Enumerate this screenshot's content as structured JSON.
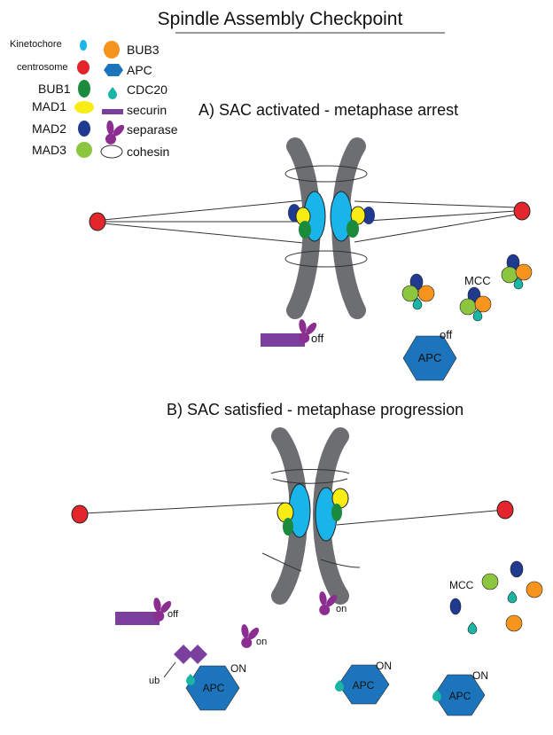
{
  "title": "Spindle Assembly Checkpoint",
  "colors": {
    "kinetochore": "#19b4ea",
    "centrosome": "#e3262b",
    "bub1": "#1a8a3c",
    "mad1": "#f7ec14",
    "mad2": "#1f3a8f",
    "mad3": "#8cc63f",
    "bub3": "#f7941d",
    "apc": "#1c75bc",
    "cdc20": "#1ab5a4",
    "securin": "#7b3f9e",
    "separase": "#8b2e8f",
    "chromatid": "#6d6e71",
    "cohesin": "#333333"
  },
  "legend": {
    "kinetochore": "Kinetochore",
    "centrosome": "centrosome",
    "bub1": "BUB1",
    "mad1": "MAD1",
    "mad2": "MAD2",
    "mad3": "MAD3",
    "bub3": "BUB3",
    "apc": "APC",
    "cdc20": "CDC20",
    "securin": "securin",
    "separase": "separase",
    "cohesin": "cohesin"
  },
  "panel_a": {
    "heading": "A)   SAC activated - metaphase arrest",
    "mcc_label": "MCC",
    "securin_state": "off",
    "apc_label": "APC",
    "apc_state": "off"
  },
  "panel_b": {
    "heading": "B)  SAC satisfied - metaphase progression",
    "mcc_label": "MCC",
    "securin_state": "off",
    "separase_state_1": "on",
    "separase_state_2": "on",
    "ub_label": "ub",
    "apc_label": "APC",
    "apc_state": "ON"
  }
}
